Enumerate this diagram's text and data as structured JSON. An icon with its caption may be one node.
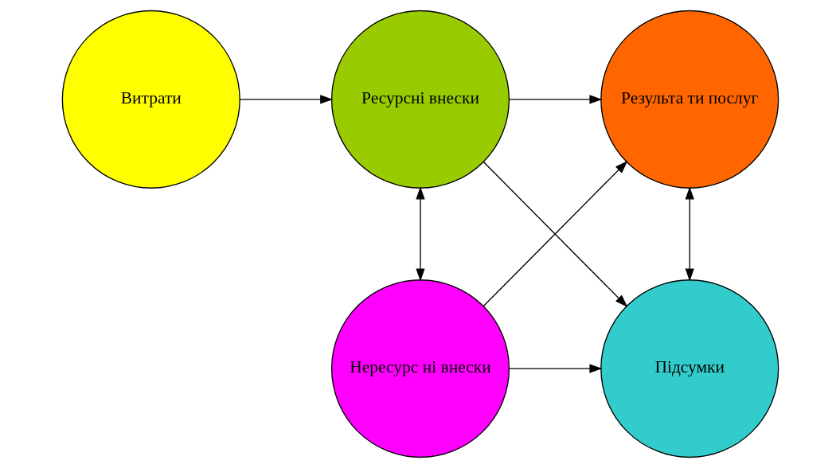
{
  "diagram": {
    "nodes": [
      {
        "text": [
          "Витрати"
        ]
      },
      {
        "text": [
          "Ресурсні внески"
        ]
      },
      {
        "text": [
          "Результа ти послуг"
        ]
      },
      {
        "text": [
          "Нересурс ні внески"
        ]
      },
      {
        "text": [
          "Підсумки"
        ]
      }
    ],
    "edges": [
      {
        "from": 0,
        "to": 1,
        "arrow": "to"
      },
      {
        "from": 1,
        "to": 2,
        "arrow": "to"
      },
      {
        "from": 1,
        "to": 4,
        "arrow": "to"
      },
      {
        "from": 1,
        "to": 3,
        "arrow": "both"
      },
      {
        "from": 3,
        "to": 2,
        "arrow": "to"
      },
      {
        "from": 3,
        "to": 4,
        "arrow": "to"
      },
      {
        "from": 2,
        "to": 4,
        "arrow": "both"
      }
    ]
  }
}
